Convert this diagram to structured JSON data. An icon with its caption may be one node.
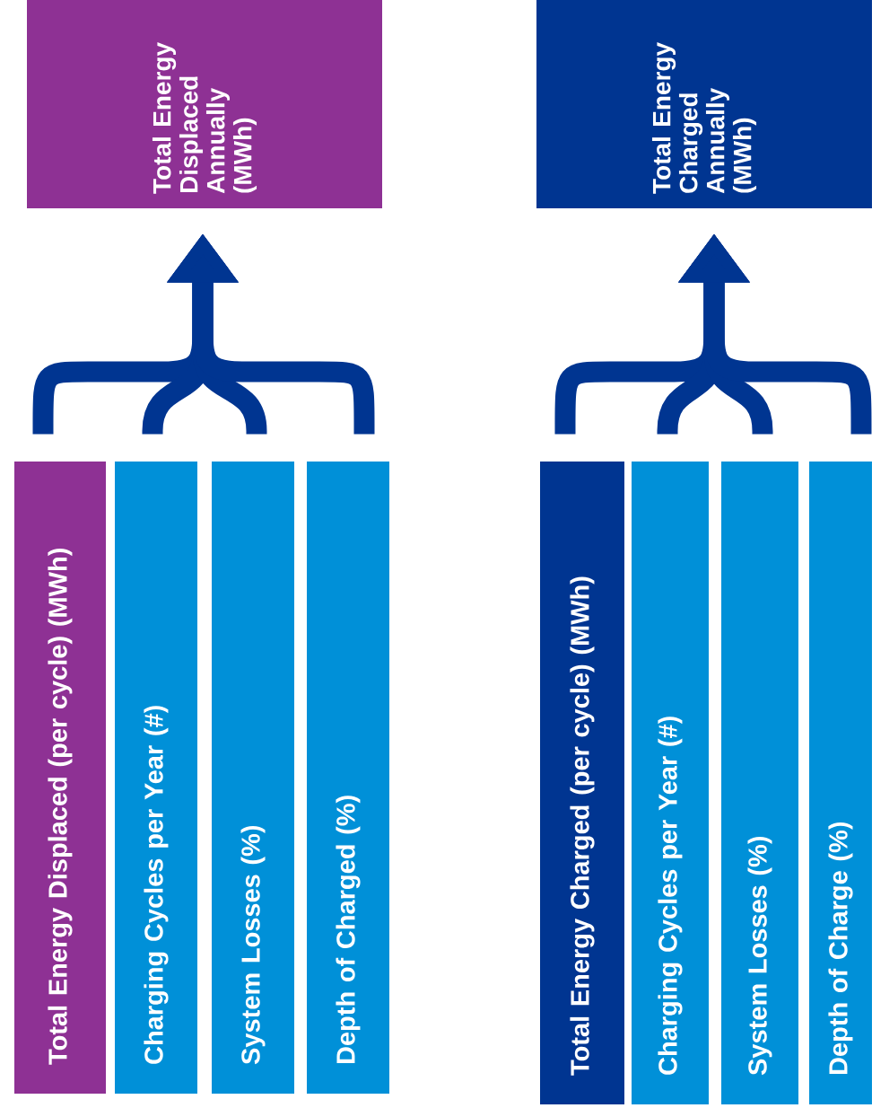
{
  "diagram": {
    "nodes": [
      {
        "text": [
          "Total Energy Displaced Annually (MWh)"
        ]
      },
      {
        "text": [
          "Total Energy Charged Annually (MWh)"
        ]
      },
      {
        "text": [
          "Total Energy Displaced (per cycle) (MWh)"
        ]
      },
      {
        "text": [
          "Charging Cycles per Year (#)"
        ]
      },
      {
        "text": [
          "System Losses (%)"
        ]
      },
      {
        "text": [
          "Depth of Charged (%)"
        ]
      },
      {
        "text": [
          "Total Energy Charged (per cycle) (MWh)"
        ]
      },
      {
        "text": [
          "Charging Cycles per Year (#)"
        ]
      },
      {
        "text": [
          "System Losses (%)"
        ]
      },
      {
        "text": [
          "Depth of Charge (%)"
        ]
      }
    ],
    "edges": [
      {
        "from": 2,
        "to": 0,
        "arrow": "to"
      },
      {
        "from": 3,
        "to": 0,
        "arrow": "to"
      },
      {
        "from": 4,
        "to": 0,
        "arrow": "to"
      },
      {
        "from": 5,
        "to": 0,
        "arrow": "to"
      },
      {
        "from": 6,
        "to": 1,
        "arrow": "to"
      },
      {
        "from": 7,
        "to": 1,
        "arrow": "to"
      },
      {
        "from": 8,
        "to": 1,
        "arrow": "to"
      },
      {
        "from": 9,
        "to": 1,
        "arrow": "to"
      }
    ]
  }
}
